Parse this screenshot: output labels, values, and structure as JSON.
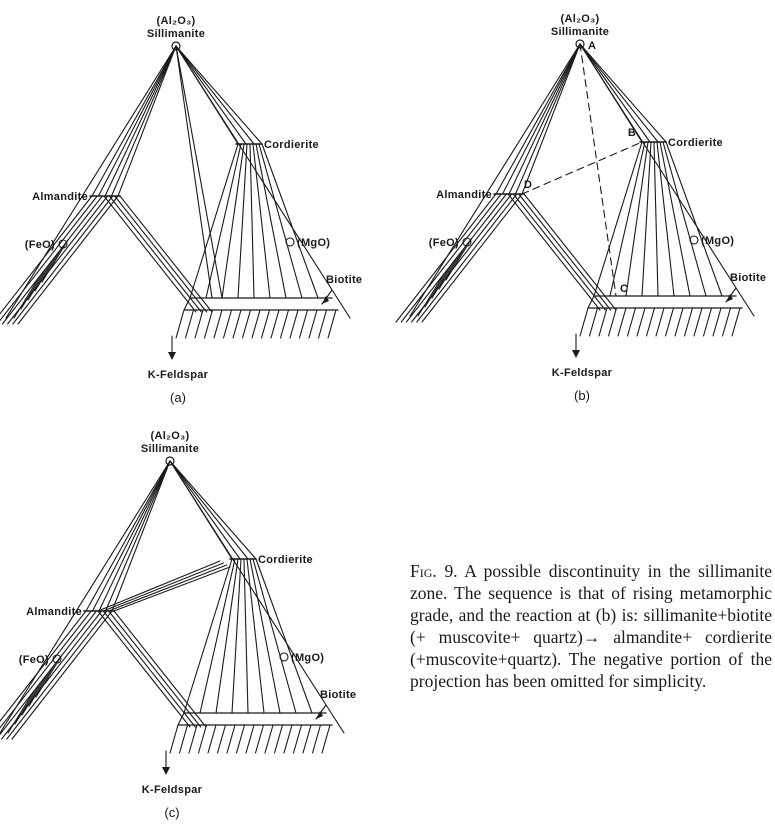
{
  "figure": {
    "panels": [
      {
        "id": "a",
        "panel_label": "(a)",
        "apex_formula": "(Al₂O₃)",
        "apex_mineral": "Sillimanite",
        "labels": {
          "almandite": "Almandite",
          "cordierite": "Cordierite",
          "feo": "(FeO)",
          "mgo": "(MgO)",
          "biotite": "Biotite",
          "kfeldspar": "K-Feldspar"
        },
        "points": {}
      },
      {
        "id": "b",
        "panel_label": "(b)",
        "apex_formula": "(Al₂O₃)",
        "apex_mineral": "Sillimanite",
        "labels": {
          "almandite": "Almandite",
          "cordierite": "Cordierite",
          "feo": "(FeO)",
          "mgo": "(MgO)",
          "biotite": "Biotite",
          "kfeldspar": "K-Feldspar"
        },
        "points": {
          "A": "A",
          "B": "B",
          "C": "C",
          "D": "D"
        }
      },
      {
        "id": "c",
        "panel_label": "(c)",
        "apex_formula": "(Al₂O₃)",
        "apex_mineral": "Sillimanite",
        "labels": {
          "almandite": "Almandite",
          "cordierite": "Cordierite",
          "feo": "(FeO)",
          "mgo": "(MgO)",
          "biotite": "Biotite",
          "kfeldspar": "K-Feldspar"
        },
        "points": {}
      }
    ]
  },
  "caption": {
    "lead": "Fig. 9.",
    "text": "A possible discontinuity in the sillimanite zone. The sequence is that of rising metamorphic grade, and the reaction at (b) is: sillimanite+biotite (+ muscovite+ quartz)→ almandite+ cordierite (+muscovite+quartz). The negative portion of the projection has been omitted for simplicity."
  },
  "colors": {
    "ink": "#1a1a1a",
    "paper": "#ffffff"
  }
}
